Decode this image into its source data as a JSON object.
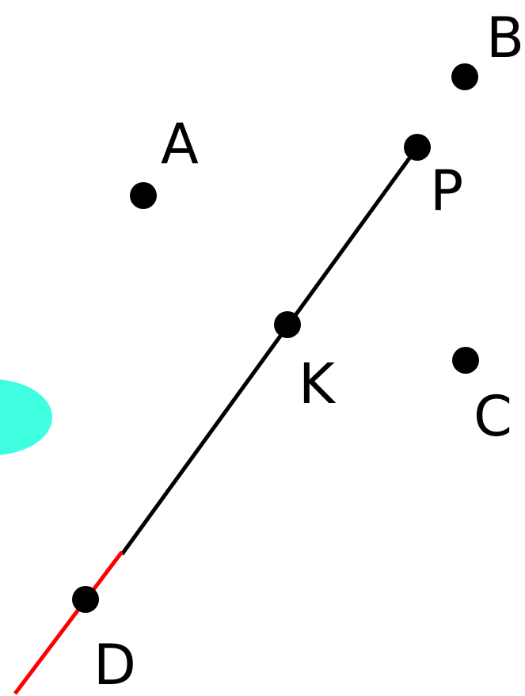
{
  "colors": {
    "background": "#ffffff",
    "line": "#000000",
    "extension": "#ff0000",
    "region": "#40ffe0",
    "point": "#000000"
  },
  "points": {
    "A": {
      "label": "A"
    },
    "B": {
      "label": "B"
    },
    "C": {
      "label": "C"
    },
    "P": {
      "label": "P"
    },
    "K": {
      "label": "K"
    },
    "D": {
      "label": "D"
    }
  }
}
